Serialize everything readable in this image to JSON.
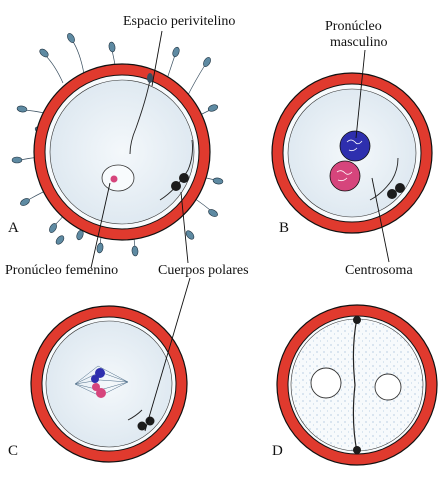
{
  "labels": {
    "perivitelline_space": "Espacio perivitelino",
    "male_pronucleus_line1": "Pronúcleo",
    "male_pronucleus_line2": "masculino",
    "female_pronucleus": "Pronúcleo femenino",
    "polar_bodies": "Cuerpos polares",
    "centrosome": "Centrosoma"
  },
  "panels": [
    "A",
    "B",
    "C",
    "D"
  ],
  "colors": {
    "zona": "#e03a2e",
    "cytoplasm": "#e8f0f6",
    "perivitelline": "#f7fafc",
    "outline": "#111111",
    "sperm": "#5e8aa2",
    "male_pronucleus": "#2e2fae",
    "female_pronucleus": "#d6457c",
    "polar_body": "#1c1c1c",
    "stipple": "#6a96c4"
  }
}
